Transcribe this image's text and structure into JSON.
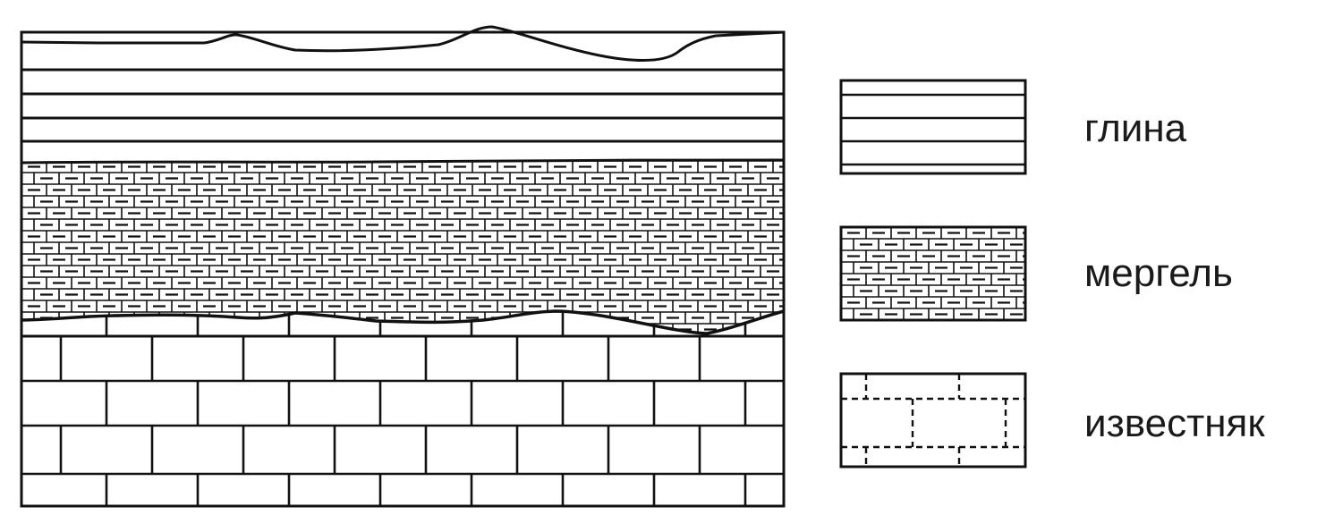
{
  "legend": {
    "items": [
      {
        "key": "clay",
        "label": "глина"
      },
      {
        "key": "marl",
        "label": "мергель"
      },
      {
        "key": "limestone",
        "label": "известняк"
      }
    ]
  },
  "colors": {
    "line": "#111111",
    "background": "#ffffff"
  }
}
